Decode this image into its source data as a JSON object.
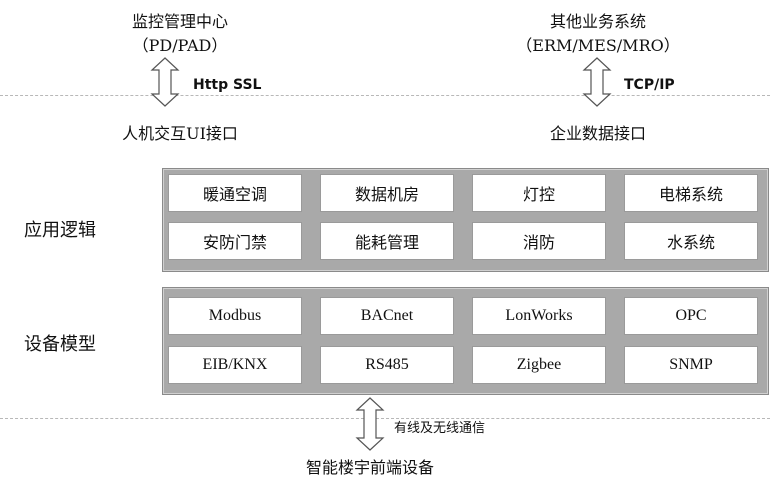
{
  "top_left": {
    "title": "监控管理中心",
    "subtitle": "（PD/PAD）",
    "protocol": "Http SSL",
    "interface": "人机交互UI接口"
  },
  "top_right": {
    "title": "其他业务系统",
    "subtitle": "（ERM/MES/MRO）",
    "protocol": "TCP/IP",
    "interface": "企业数据接口"
  },
  "application_layer": {
    "label": "应用逻辑",
    "items": [
      "暖通空调",
      "数据机房",
      "灯控",
      "电梯系统",
      "安防门禁",
      "能耗管理",
      "消防",
      "水系统"
    ]
  },
  "device_layer": {
    "label": "设备模型",
    "items": [
      "Modbus",
      "BACnet",
      "LonWorks",
      "OPC",
      "EIB/KNX",
      "RS485",
      "Zigbee",
      "SNMP"
    ]
  },
  "bottom": {
    "link_label": "有线及无线通信",
    "title": "智能楼宇前端设备"
  }
}
